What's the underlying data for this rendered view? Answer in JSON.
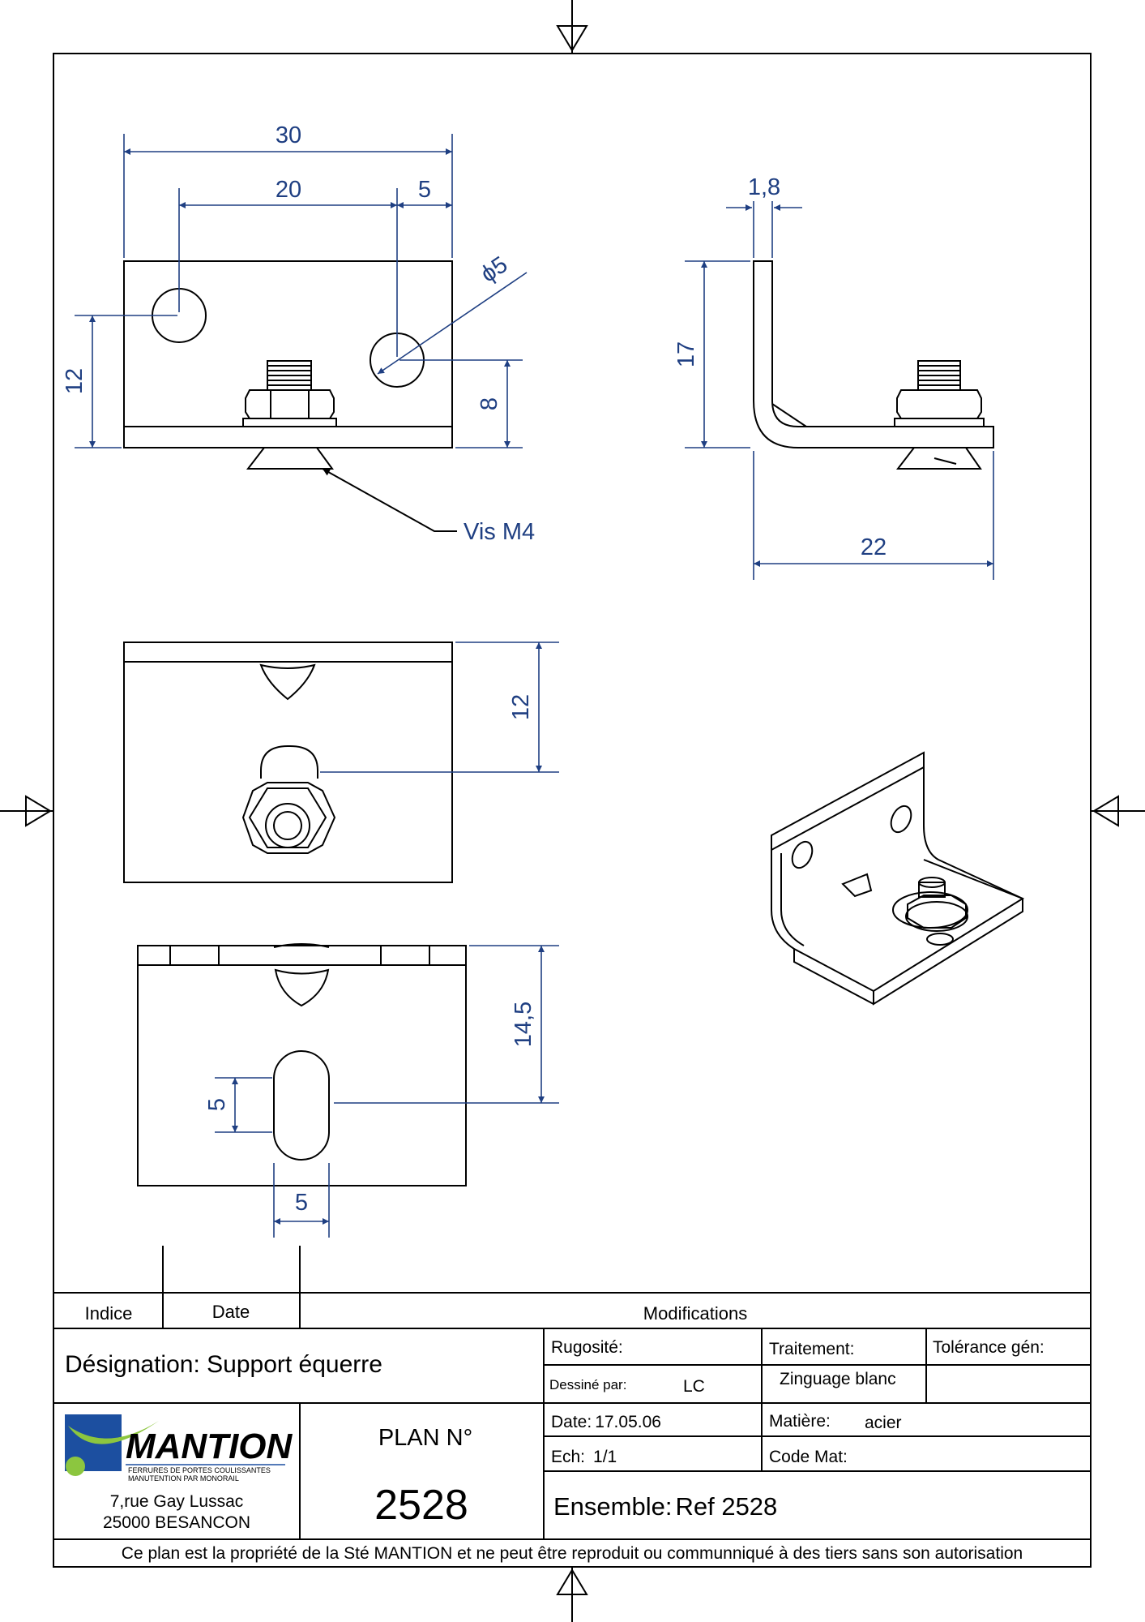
{
  "colors": {
    "dimension": "#1f3f82",
    "logo_blue": "#1c4fa0",
    "logo_green": "#8cc63f"
  },
  "drawing": {
    "front_view": {
      "dim_total_width": "30",
      "dim_hole_spacing": "20",
      "dim_edge_offset": "5",
      "dim_hole_diameter": "ϕ5",
      "dim_hole_height": "12",
      "dim_screw_height": "8",
      "callout_screw": "Vis M4"
    },
    "side_view": {
      "dim_thickness": "1,8",
      "dim_height": "17",
      "dim_depth": "22"
    },
    "top_view": {
      "dim_screw_position": "12"
    },
    "bottom_view": {
      "dim_slot_position": "14,5",
      "dim_slot_height": "5",
      "dim_slot_width": "5"
    }
  },
  "title_block": {
    "indice_label": "Indice",
    "date_label": "Date",
    "modifications_label": "Modifications",
    "designation_label": "Désignation:",
    "designation_value": "Support équerre",
    "rugosite_label": "Rugosité:",
    "dessine_label": "Dessiné par:",
    "dessine_value": "LC",
    "traitement_label": "Traitement:",
    "traitement_value": "Zinguage blanc",
    "tolerance_label": "Tolérance gén:",
    "date_field_label": "Date:",
    "date_field_value": "17.05.06",
    "ech_label": "Ech:",
    "ech_value": "1/1",
    "matiere_label": "Matière:",
    "matiere_value": "acier",
    "code_mat_label": "Code Mat:",
    "plan_label": "PLAN N°",
    "plan_number": "2528",
    "ensemble_label": "Ensemble:",
    "ensemble_value": "Ref 2528",
    "company_name": "MANTION",
    "company_tagline_1": "FERRURES DE PORTES COULISSANTES",
    "company_tagline_2": "MANUTENTION PAR MONORAIL",
    "address_line_1": "7,rue Gay Lussac",
    "address_line_2": "25000 BESANCON",
    "footer_notice": "Ce plan est la propriété de la Sté MANTION et ne peut être reproduit ou communniqué à des tiers sans son autorisation"
  }
}
